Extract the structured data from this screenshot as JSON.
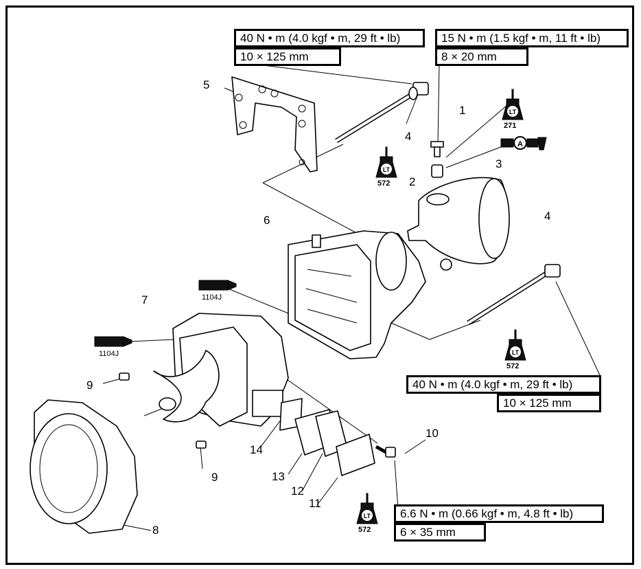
{
  "torque_specs": [
    {
      "torque": "40 N • m (4.0 kgf • m, 29 ft • lb)",
      "size": "10 × 125 mm"
    },
    {
      "torque": "15 N • m (1.5 kgf • m, 11 ft • lb)",
      "size": "8 × 20 mm"
    },
    {
      "torque": "40 N • m (4.0 kgf • m, 29 ft • lb)",
      "size": "10 × 125 mm"
    },
    {
      "torque": "6.6 N • m (0.66 kgf • m, 4.8 ft • lb)",
      "size": "6 × 35 mm"
    }
  ],
  "callouts": [
    "1",
    "2",
    "3",
    "4",
    "4",
    "5",
    "6",
    "7",
    "8",
    "9",
    "9",
    "10",
    "11",
    "12",
    "13",
    "14"
  ],
  "lt_labels": [
    "271",
    "572",
    "572",
    "572"
  ],
  "lt_mark": "LT",
  "sealant_labels": [
    "1104J",
    "1104J"
  ],
  "grease_mark": "A",
  "icons": [
    "locktite-bottle-icon",
    "sealant-tube-icon",
    "grease-gun-icon"
  ]
}
